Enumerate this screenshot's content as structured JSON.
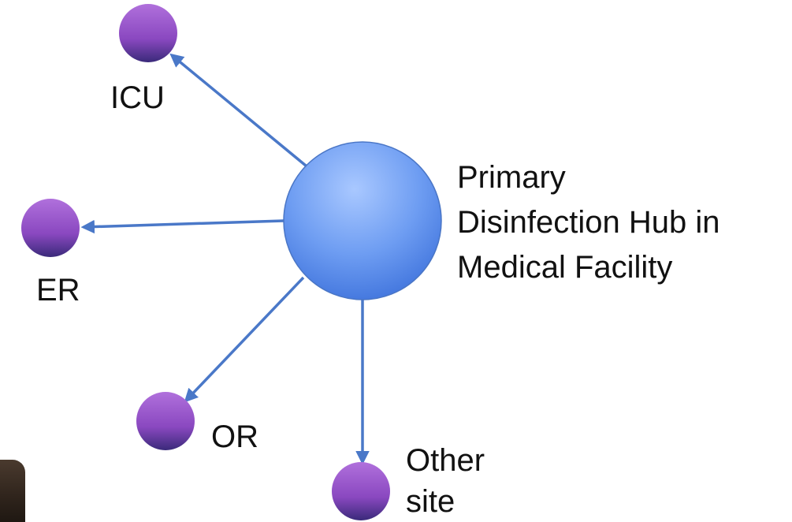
{
  "diagram": {
    "hub": {
      "label_lines": [
        "Primary",
        "Disinfection Hub in",
        "Medical Facility"
      ],
      "color": "#5a8ee8"
    },
    "nodes": [
      {
        "id": "icu",
        "label": "ICU"
      },
      {
        "id": "er",
        "label": "ER"
      },
      {
        "id": "or",
        "label": "OR"
      },
      {
        "id": "other",
        "label_lines": [
          "Other",
          "site"
        ]
      }
    ],
    "node_color": "#9a55c8",
    "arrow_color": "#4a78c8"
  }
}
